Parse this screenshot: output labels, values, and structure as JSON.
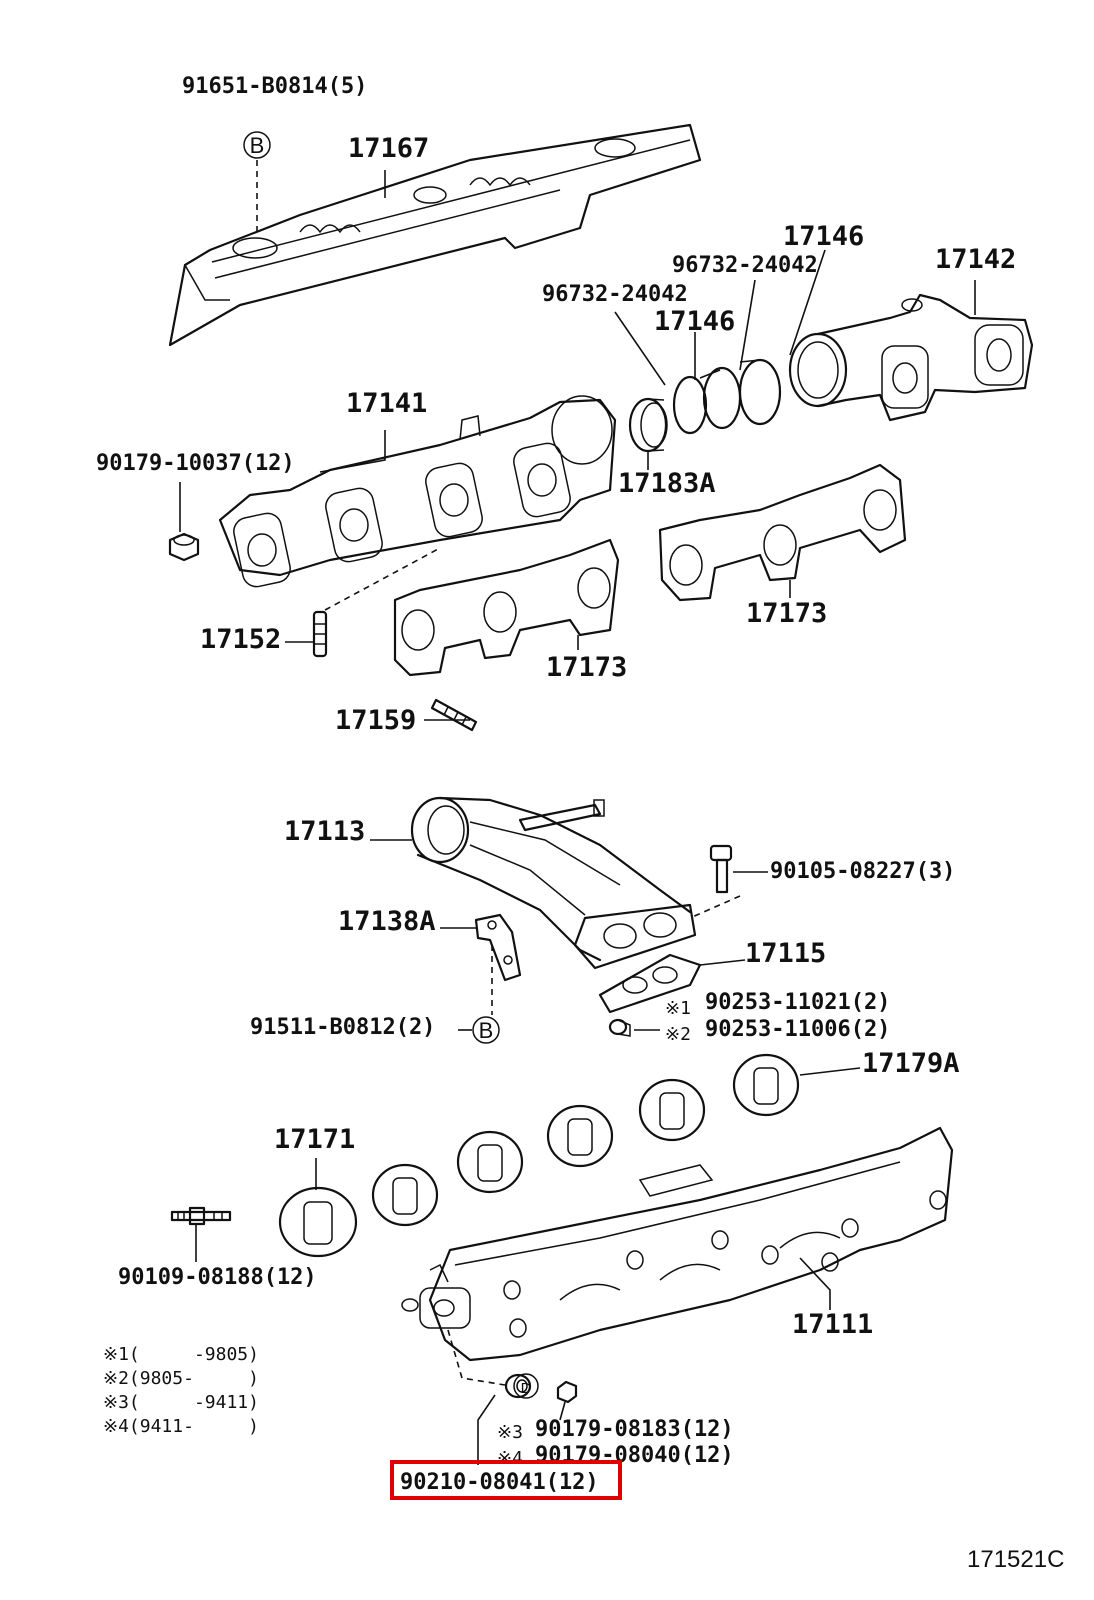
{
  "diagram": {
    "reference_code": "171521C",
    "highlight_color": "#e00000",
    "labels": {
      "bolt_91651": "91651-B0814(5)",
      "ref_b_top": "B",
      "cover_17167": "17167",
      "pipe_17146_upper": "17146",
      "clamp_96732_upper": "96732-24042",
      "pipe_17142": "17142",
      "clamp_96732_lower": "96732-24042",
      "pipe_17146_lower": "17146",
      "manifold_17141": "17141",
      "nut_90179_10037": "90179-10037(12)",
      "ring_17183a": "17183A",
      "gasket_17173_right": "17173",
      "stud_17152": "17152",
      "gasket_17173_center": "17173",
      "stud_17159": "17159",
      "pipe_17113": "17113",
      "bolt_90105": "90105-08227(3)",
      "bracket_17138a": "17138A",
      "gasket_17115": "17115",
      "note_mark_1": "※1",
      "nut_90253_11021": "90253-11021(2)",
      "note_mark_2": "※2",
      "nut_90253_11006": "90253-11006(2)",
      "bolt_91511": "91511-B0812(2)",
      "ref_b_mid": "B",
      "gasket_17179a": "17179A",
      "gasket_17171": "17171",
      "stud_90109": "90109-08188(12)",
      "manifold_17111": "17111",
      "note_mark_3": "※3",
      "nut_90179_08183": "90179-08183(12)",
      "note_mark_4": "※4",
      "nut_90179_08040": "90179-08040(12)",
      "washer_90210": "90210-08041(12)",
      "ref_d": "D"
    },
    "notes": [
      "※1(     -9805)",
      "※2(9805-     )",
      "※3(     -9411)",
      "※4(9411-     )"
    ]
  }
}
